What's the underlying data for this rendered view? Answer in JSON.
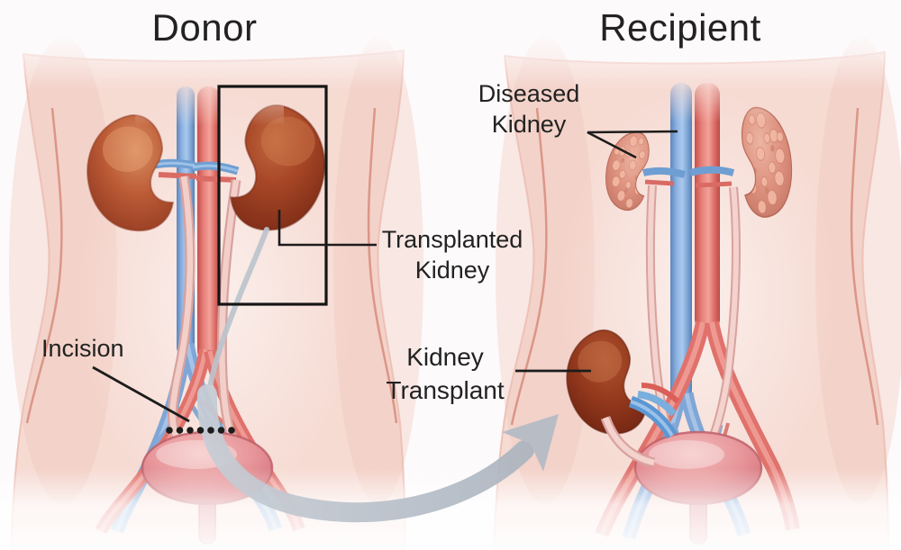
{
  "titles": {
    "donor": "Donor",
    "recipient": "Recipient"
  },
  "annotations": {
    "diseased_kidney": "Diseased Kidney",
    "transplanted_kidney": "Transplanted Kidney",
    "kidney_transplant": "Kidney Transplant",
    "incision": "Incision"
  },
  "figure": {
    "incision_dot_count": 7
  },
  "colors": {
    "background": "#fdfafb",
    "skin": "#f6dbd3",
    "torso_outline": "#c96b58",
    "artery_red": "#e2726b",
    "vein_blue": "#7ea9d8",
    "healthy_kidney_brown": "#a84628",
    "transplanted_kidney_brown": "#8f3a1e",
    "diseased_kidney_pink": "#dd927f",
    "ureter_pink": "#f0c9c4",
    "bladder_pink": "#e68f93",
    "arrow_gray": "#b3bbc5",
    "annotation_line": "#1c1c1c",
    "transplant_box": "#141414",
    "text": "#222222"
  }
}
